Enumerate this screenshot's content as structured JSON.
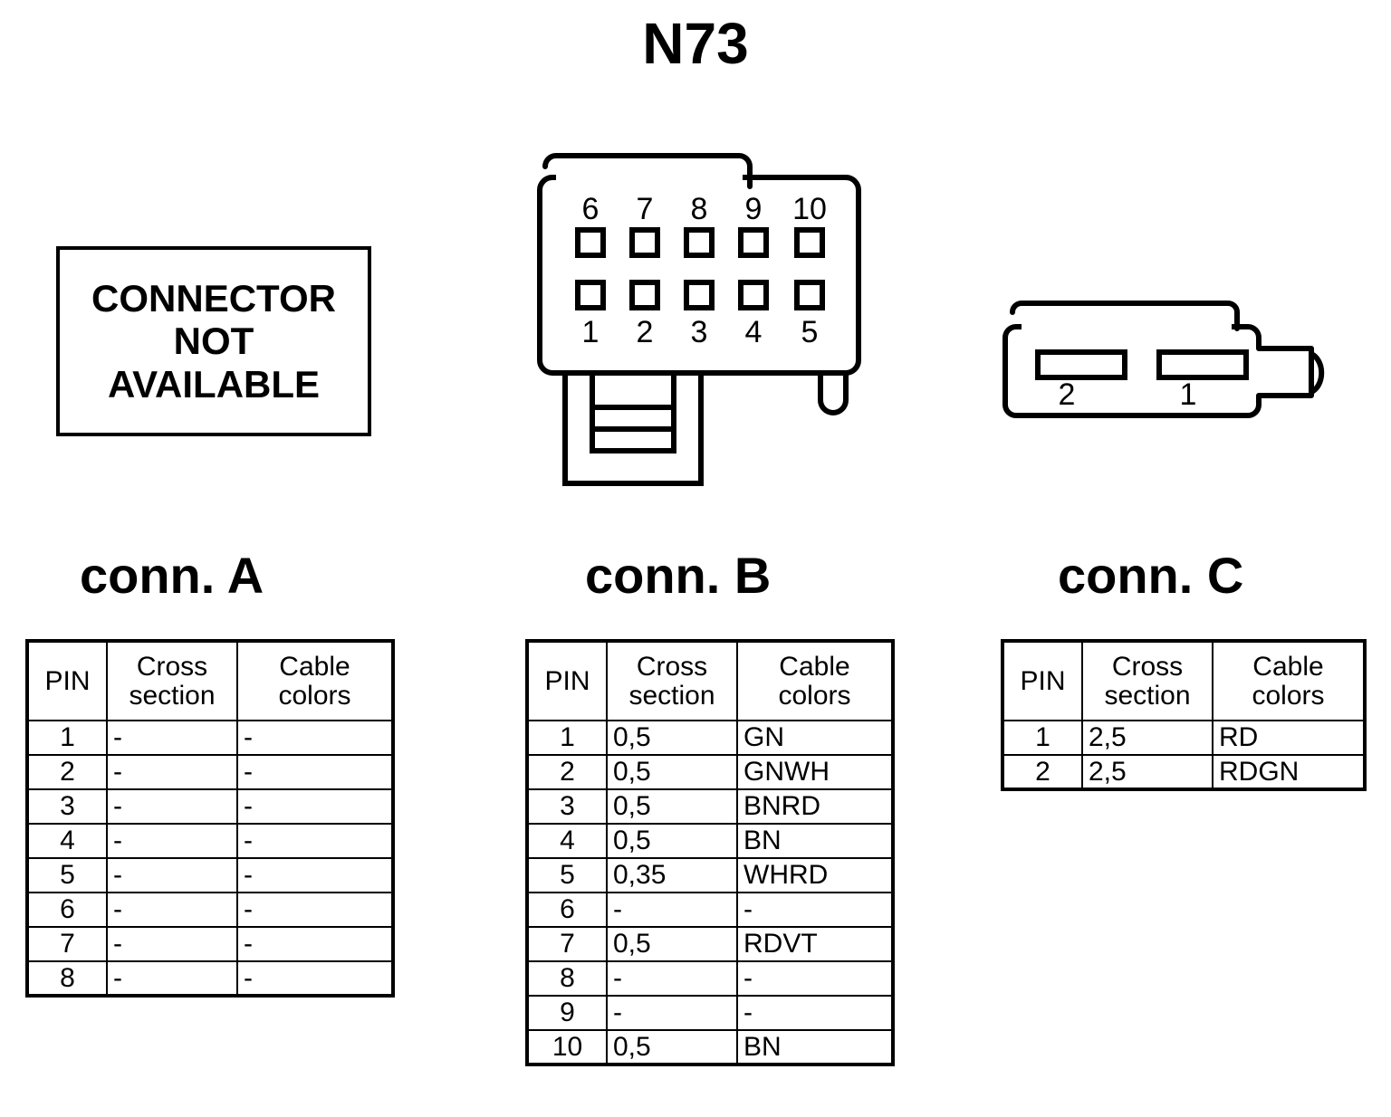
{
  "page": {
    "title": "N73"
  },
  "not_available": {
    "lines": [
      "CONNECTOR",
      "NOT",
      "AVAILABLE"
    ]
  },
  "connector_b_drawing": {
    "top_pin_labels": [
      "6",
      "7",
      "8",
      "9",
      "10"
    ],
    "bottom_pin_labels": [
      "1",
      "2",
      "3",
      "4",
      "5"
    ]
  },
  "connector_c_drawing": {
    "slot_labels": [
      "2",
      "1"
    ]
  },
  "headings": {
    "conn_a": "conn. A",
    "conn_b": "conn. B",
    "conn_c": "conn. C"
  },
  "table_headers": {
    "pin": "PIN",
    "cross_section_line1": "Cross",
    "cross_section_line2": "section",
    "cable_colors_line1": "Cable",
    "cable_colors_line2": "colors"
  },
  "tables": {
    "conn_a": {
      "rows": [
        {
          "pin": "1",
          "cross_section": "-",
          "cable_colors": "-"
        },
        {
          "pin": "2",
          "cross_section": "-",
          "cable_colors": "-"
        },
        {
          "pin": "3",
          "cross_section": "-",
          "cable_colors": "-"
        },
        {
          "pin": "4",
          "cross_section": "-",
          "cable_colors": "-"
        },
        {
          "pin": "5",
          "cross_section": "-",
          "cable_colors": "-"
        },
        {
          "pin": "6",
          "cross_section": "-",
          "cable_colors": "-"
        },
        {
          "pin": "7",
          "cross_section": "-",
          "cable_colors": "-"
        },
        {
          "pin": "8",
          "cross_section": "-",
          "cable_colors": "-"
        }
      ]
    },
    "conn_b": {
      "rows": [
        {
          "pin": "1",
          "cross_section": "0,5",
          "cable_colors": "GN"
        },
        {
          "pin": "2",
          "cross_section": "0,5",
          "cable_colors": "GNWH"
        },
        {
          "pin": "3",
          "cross_section": "0,5",
          "cable_colors": "BNRD"
        },
        {
          "pin": "4",
          "cross_section": "0,5",
          "cable_colors": "BN"
        },
        {
          "pin": "5",
          "cross_section": "0,35",
          "cable_colors": "WHRD"
        },
        {
          "pin": "6",
          "cross_section": "-",
          "cable_colors": "-"
        },
        {
          "pin": "7",
          "cross_section": "0,5",
          "cable_colors": "RDVT"
        },
        {
          "pin": "8",
          "cross_section": "-",
          "cable_colors": "-"
        },
        {
          "pin": "9",
          "cross_section": "-",
          "cable_colors": "-"
        },
        {
          "pin": "10",
          "cross_section": "0,5",
          "cable_colors": "BN"
        }
      ]
    },
    "conn_c": {
      "rows": [
        {
          "pin": "1",
          "cross_section": "2,5",
          "cable_colors": "RD"
        },
        {
          "pin": "2",
          "cross_section": "2,5",
          "cable_colors": "RDGN"
        }
      ]
    }
  },
  "colors": {
    "ink": "#000000",
    "paper": "#ffffff"
  }
}
